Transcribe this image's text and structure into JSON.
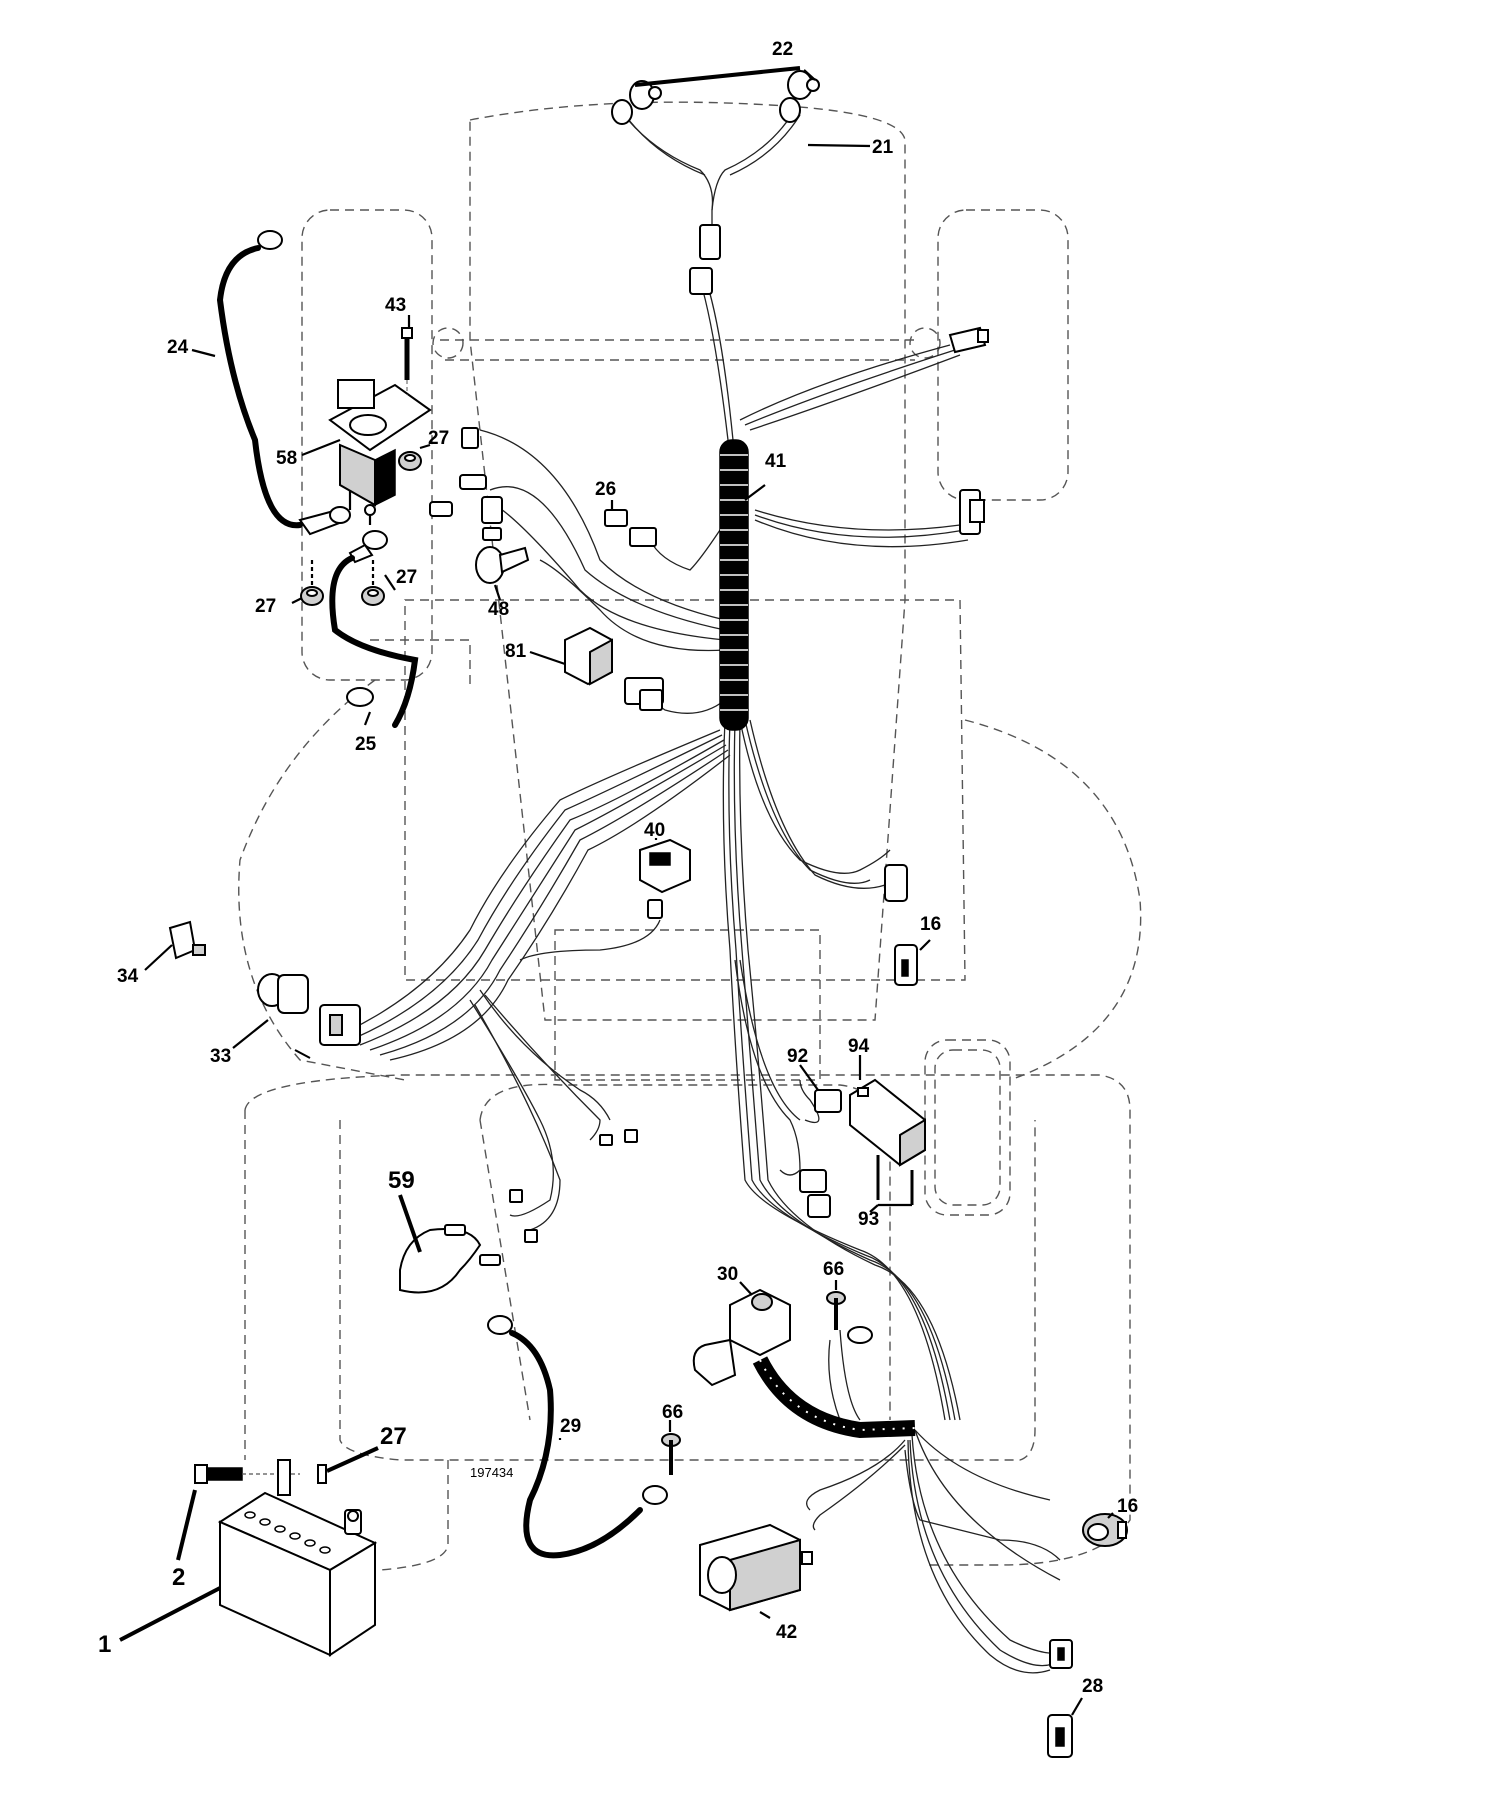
{
  "drawing_number": "197434",
  "callouts": [
    {
      "id": "c1",
      "label": "1"
    },
    {
      "id": "c2",
      "label": "2"
    },
    {
      "id": "c16a",
      "label": "16"
    },
    {
      "id": "c16b",
      "label": "16"
    },
    {
      "id": "c21",
      "label": "21"
    },
    {
      "id": "c22",
      "label": "22"
    },
    {
      "id": "c24",
      "label": "24"
    },
    {
      "id": "c25",
      "label": "25"
    },
    {
      "id": "c26",
      "label": "26"
    },
    {
      "id": "c27a",
      "label": "27"
    },
    {
      "id": "c27b",
      "label": "27"
    },
    {
      "id": "c27c",
      "label": "27"
    },
    {
      "id": "c27d",
      "label": "27"
    },
    {
      "id": "c28",
      "label": "28"
    },
    {
      "id": "c29",
      "label": "29"
    },
    {
      "id": "c30",
      "label": "30"
    },
    {
      "id": "c33",
      "label": "33"
    },
    {
      "id": "c34",
      "label": "34"
    },
    {
      "id": "c40",
      "label": "40"
    },
    {
      "id": "c41",
      "label": "41"
    },
    {
      "id": "c42",
      "label": "42"
    },
    {
      "id": "c43",
      "label": "43"
    },
    {
      "id": "c48",
      "label": "48"
    },
    {
      "id": "c58",
      "label": "58"
    },
    {
      "id": "c59",
      "label": "59"
    },
    {
      "id": "c66a",
      "label": "66"
    },
    {
      "id": "c66b",
      "label": "66"
    },
    {
      "id": "c81",
      "label": "81"
    },
    {
      "id": "c92",
      "label": "92"
    },
    {
      "id": "c93",
      "label": "93"
    },
    {
      "id": "c94",
      "label": "94"
    }
  ]
}
